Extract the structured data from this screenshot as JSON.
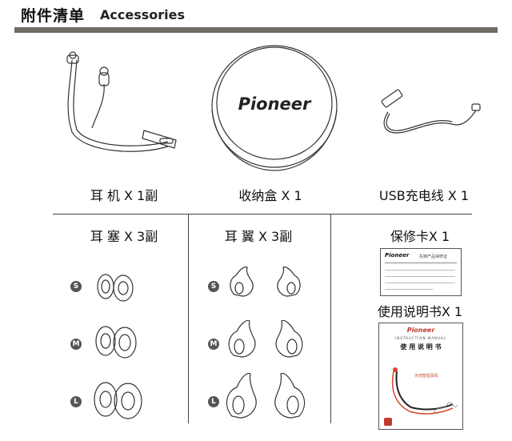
{
  "header": {
    "title_cn": "附件清单",
    "title_en": "Accessories"
  },
  "top_items": [
    {
      "caption": "耳 机 X 1副"
    },
    {
      "caption": "收纳盒 X 1"
    },
    {
      "caption": "USB充电线 X 1"
    }
  ],
  "case_logo": "Pioneer",
  "bottom": {
    "eartips": {
      "caption": "耳 塞 X 3副"
    },
    "earwings": {
      "caption": "耳 翼 X 3副"
    },
    "warranty": {
      "caption": "保修卡X 1",
      "logo": "Pioneer",
      "card_title": "先锋产品保修证"
    },
    "manual": {
      "caption": "使用说明书X 1",
      "logo": "Pioneer",
      "subtitle": "INSTRUCTION MANUAL",
      "title": "使 用 说 明 书",
      "product": "无线智能耳机"
    }
  },
  "sizes": [
    "S",
    "M",
    "L"
  ],
  "colors": {
    "header_bar": "#6e6b66",
    "badge": "#555555",
    "manual_accent": "#d6452e"
  }
}
